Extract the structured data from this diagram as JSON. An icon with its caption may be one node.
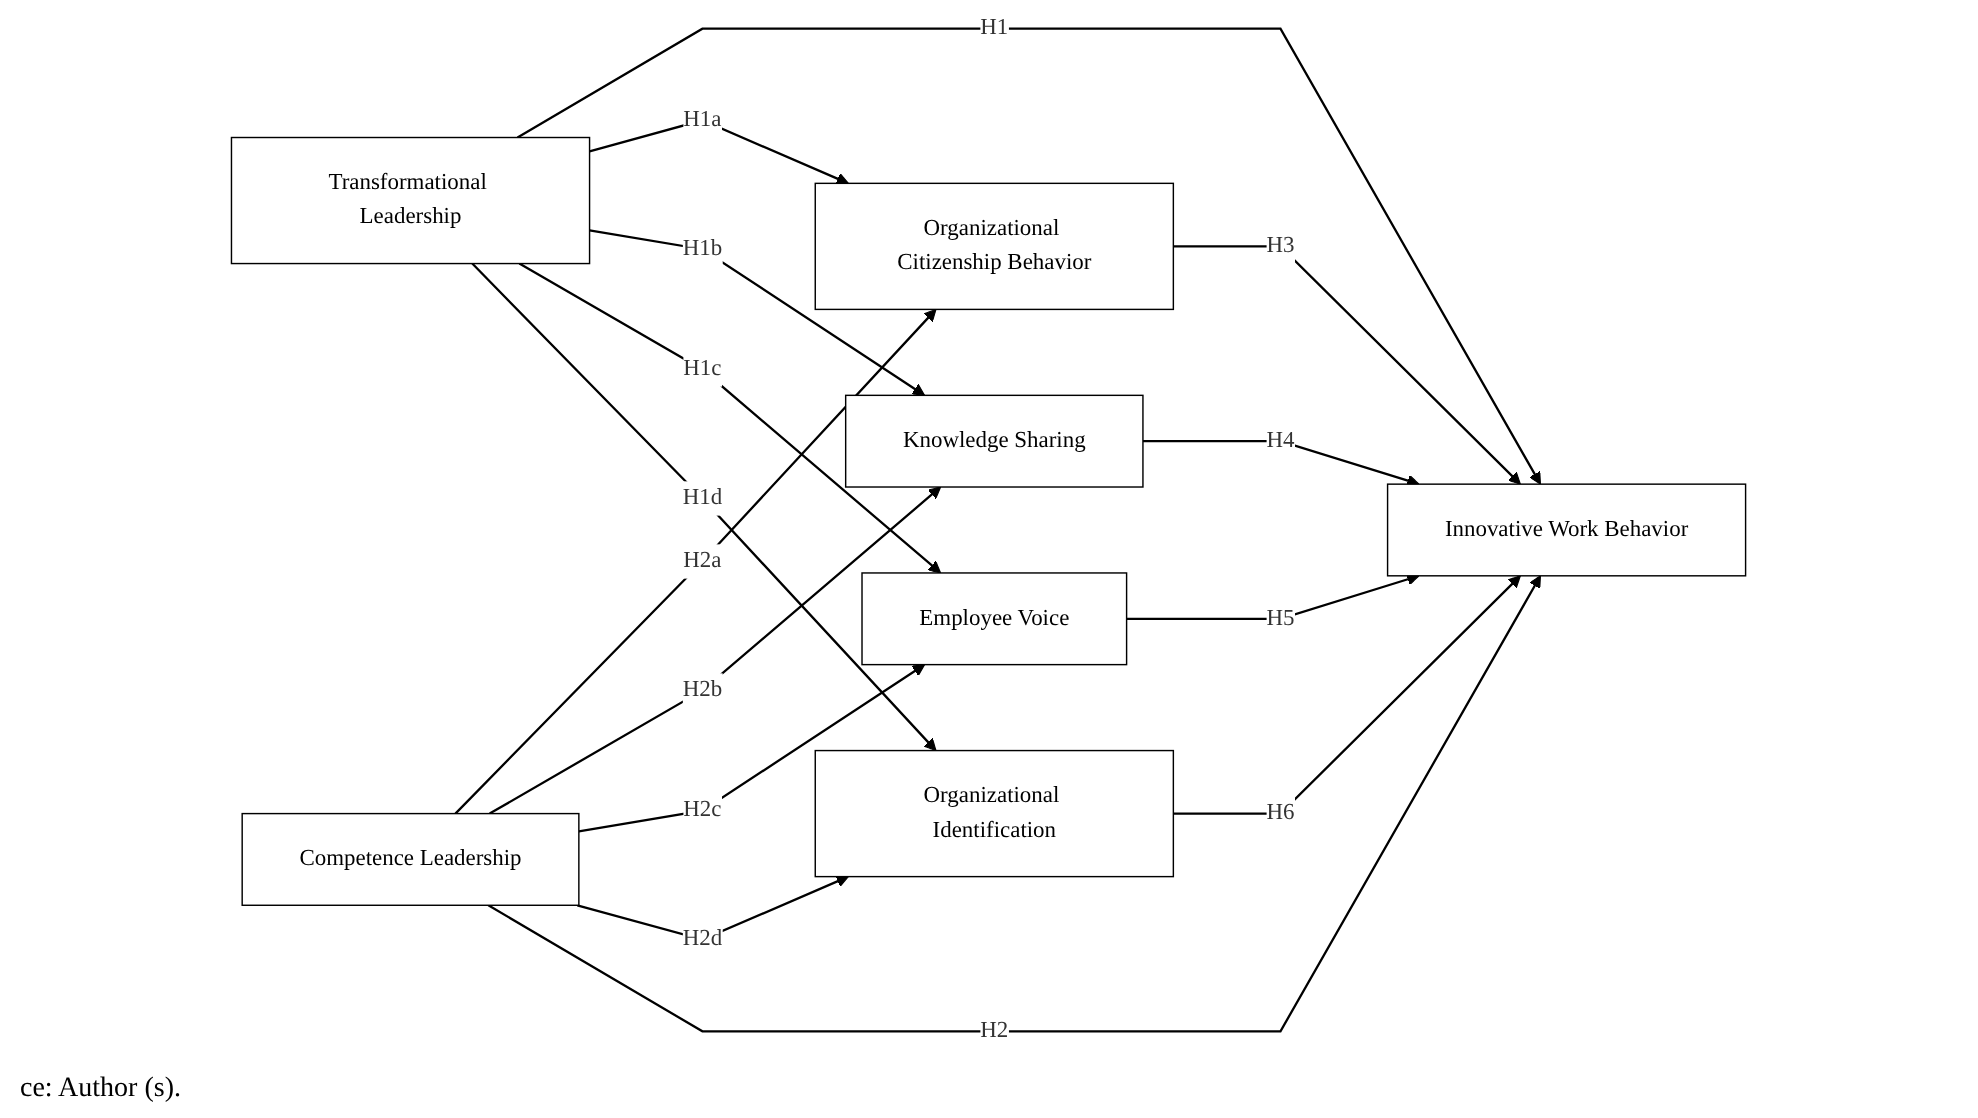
{
  "diagram": {
    "caption": "ce: Author (s).",
    "nodes": [
      {
        "text": [
          "Transformational Leadership"
        ]
      },
      {
        "text": [
          "Competence Leadership"
        ]
      },
      {
        "text": [
          "Organizational Citizenship Behavior"
        ]
      },
      {
        "text": [
          "Knowledge Sharing"
        ]
      },
      {
        "text": [
          "Employee Voice"
        ]
      },
      {
        "text": [
          "Organizational Identification"
        ]
      },
      {
        "text": [
          "Innovative Work Behavior"
        ]
      }
    ],
    "edges": [
      {
        "from": 0,
        "to": 6,
        "arrow": "to",
        "label": "H1"
      },
      {
        "from": 0,
        "to": 2,
        "arrow": "to",
        "label": "H1a"
      },
      {
        "from": 0,
        "to": 3,
        "arrow": "to",
        "label": "H1b"
      },
      {
        "from": 0,
        "to": 4,
        "arrow": "to",
        "label": "H1c"
      },
      {
        "from": 0,
        "to": 5,
        "arrow": "to",
        "label": "H1d"
      },
      {
        "from": 1,
        "to": 2,
        "arrow": "to",
        "label": "H2a"
      },
      {
        "from": 1,
        "to": 3,
        "arrow": "to",
        "label": "H2b"
      },
      {
        "from": 1,
        "to": 4,
        "arrow": "to",
        "label": "H2c"
      },
      {
        "from": 1,
        "to": 5,
        "arrow": "to",
        "label": "H2d"
      },
      {
        "from": 1,
        "to": 6,
        "arrow": "to",
        "label": "H2"
      },
      {
        "from": 2,
        "to": 6,
        "arrow": "to",
        "label": "H3"
      },
      {
        "from": 3,
        "to": 6,
        "arrow": "to",
        "label": "H4"
      },
      {
        "from": 4,
        "to": 6,
        "arrow": "to",
        "label": "H5"
      },
      {
        "from": 5,
        "to": 6,
        "arrow": "to",
        "label": "H6"
      }
    ]
  }
}
